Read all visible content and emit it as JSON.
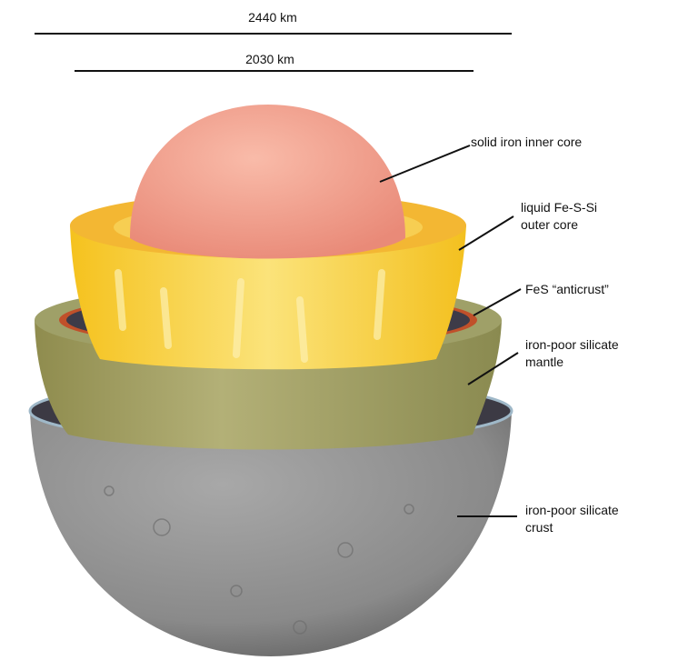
{
  "scale_bars": [
    {
      "label": "2440 km"
    },
    {
      "label": "2030 km"
    }
  ],
  "labels": {
    "inner_core": "solid iron inner core",
    "outer_core_line1": "liquid Fe-S-Si",
    "outer_core_line2": "outer core",
    "anticrust": "FeS “anticrust”",
    "mantle_line1": "iron-poor silicate",
    "mantle_line2": "mantle",
    "crust_line1": "iron-poor silicate",
    "crust_line2": "crust"
  },
  "colors": {
    "inner_core": "#f2a08c",
    "outer_core": "#f7cf3a",
    "anticrust": "#c0502a",
    "mantle": "#a9a66a",
    "crust": "#8e8e8e"
  }
}
